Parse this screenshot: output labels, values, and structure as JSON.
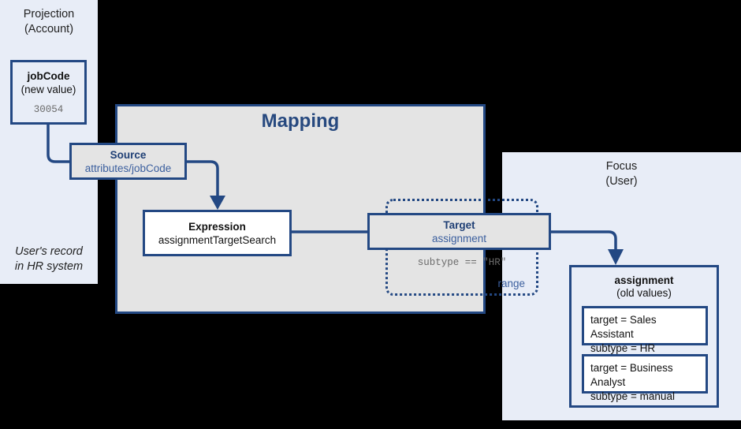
{
  "diagram": {
    "title": "Mapping",
    "left_panel": {
      "title_line1": "Projection",
      "title_line2": "(Account)",
      "footer_line1": "User's record",
      "footer_line2": "in HR system",
      "node": {
        "title": "jobCode",
        "subtitle": "(new value)",
        "value": "30054"
      }
    },
    "mapping_panel": {
      "title": "Mapping",
      "source": {
        "title": "Source",
        "subtitle": "attributes/jobCode"
      },
      "expression": {
        "title": "Expression",
        "subtitle": "assignmentTargetSearch"
      },
      "target": {
        "title": "Target",
        "subtitle": "assignment"
      },
      "range": {
        "expression": "subtype == \"HR\"",
        "label": "range"
      }
    },
    "right_panel": {
      "title_line1": "Focus",
      "title_line2": "(User)",
      "node": {
        "title": "assignment",
        "subtitle": "(old values)",
        "items": [
          {
            "line1": "target = Sales Assistant",
            "line2": "subtype = HR"
          },
          {
            "line1": "target = Business Analyst",
            "line2": "subtype = manual"
          }
        ]
      }
    },
    "colors": {
      "stroke": "#234883",
      "panel_blue": "#e8edf7",
      "panel_gray": "#e4e4e4",
      "title_blue": "#27497f",
      "subtitle_blue": "#3b5f9e",
      "mono_gray": "#6b6b6b",
      "background": "#000000"
    }
  }
}
